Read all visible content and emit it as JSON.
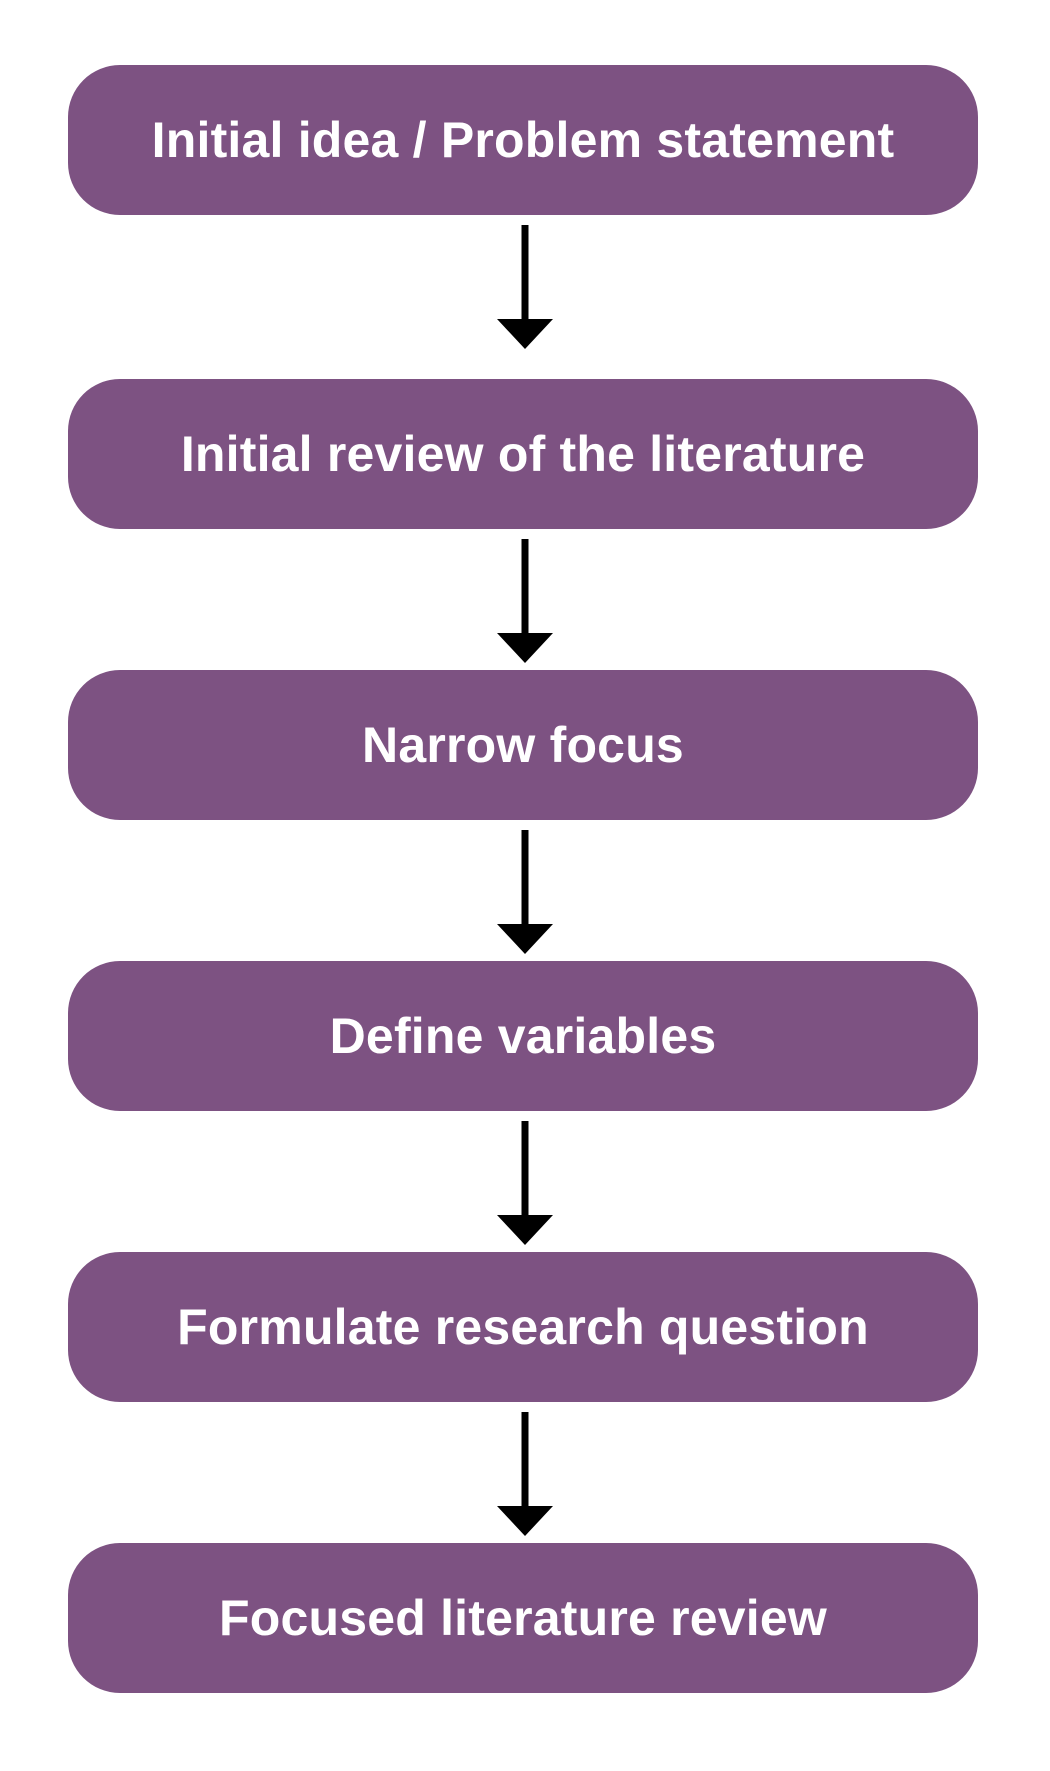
{
  "steps": [
    {
      "label": "Initial idea / Problem statement"
    },
    {
      "label": "Initial review of the literature"
    },
    {
      "label": "Narrow focus"
    },
    {
      "label": "Define variables"
    },
    {
      "label": "Formulate research question"
    },
    {
      "label": "Focused literature review"
    }
  ],
  "colors": {
    "box_fill": "#7d5282",
    "box_text": "#ffffff",
    "arrow": "#000000"
  }
}
